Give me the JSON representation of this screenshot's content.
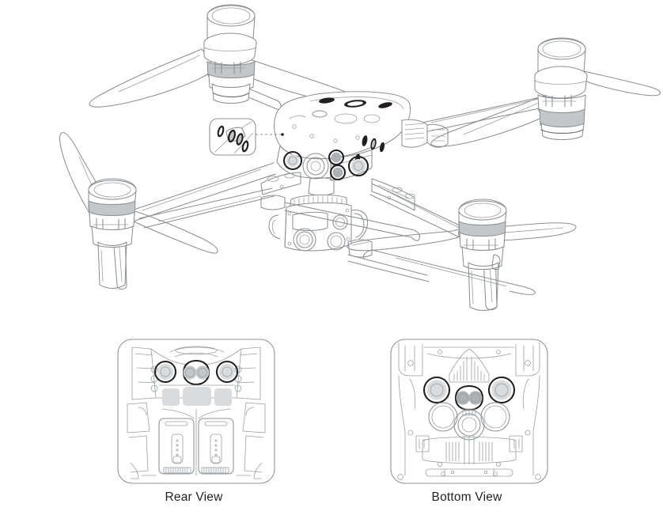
{
  "figure": {
    "title_visible": false,
    "subject": "quadcopter drone technical line drawing",
    "background_color": "#ffffff",
    "line_color": "#8c9094",
    "dark_accent_color": "#231f20",
    "fill_gray_light": "#d9dbdd",
    "fill_gray_mid": "#c4c7ca",
    "fill_gray_dark": "#aeb2b5"
  },
  "main_illustration": {
    "name": "drone-isometric-view",
    "callout": {
      "name": "sensor-detail-callout",
      "connector_style": "dotted-line",
      "detail_count": 3
    },
    "parts": [
      {
        "name": "motor-rear-left",
        "label": ""
      },
      {
        "name": "motor-rear-right",
        "label": ""
      },
      {
        "name": "motor-front-left",
        "label": ""
      },
      {
        "name": "motor-front-right",
        "label": ""
      },
      {
        "name": "propeller-rear-left",
        "label": ""
      },
      {
        "name": "propeller-rear-right",
        "label": ""
      },
      {
        "name": "propeller-front-left",
        "label": ""
      },
      {
        "name": "propeller-front-right",
        "label": ""
      },
      {
        "name": "fuselage-body",
        "label": ""
      },
      {
        "name": "gimbal-camera",
        "label": ""
      },
      {
        "name": "landing-gear",
        "label": ""
      }
    ]
  },
  "views": [
    {
      "id": "rear",
      "label": "Rear View",
      "name": "rear-view-panel",
      "features": [
        "vision-sensor-left",
        "vision-sensor-right",
        "dual-lens-center",
        "battery-left",
        "battery-right",
        "battery-level-indicator",
        "vent-grille"
      ]
    },
    {
      "id": "bottom",
      "label": "Bottom View",
      "name": "bottom-view-panel",
      "features": [
        "vision-sensor-left",
        "vision-sensor-right",
        "dual-lens-center",
        "downward-lens-left",
        "downward-lens-right",
        "auxiliary-light-center",
        "heat-sink-vents",
        "gimbal-connector-slot"
      ]
    }
  ]
}
